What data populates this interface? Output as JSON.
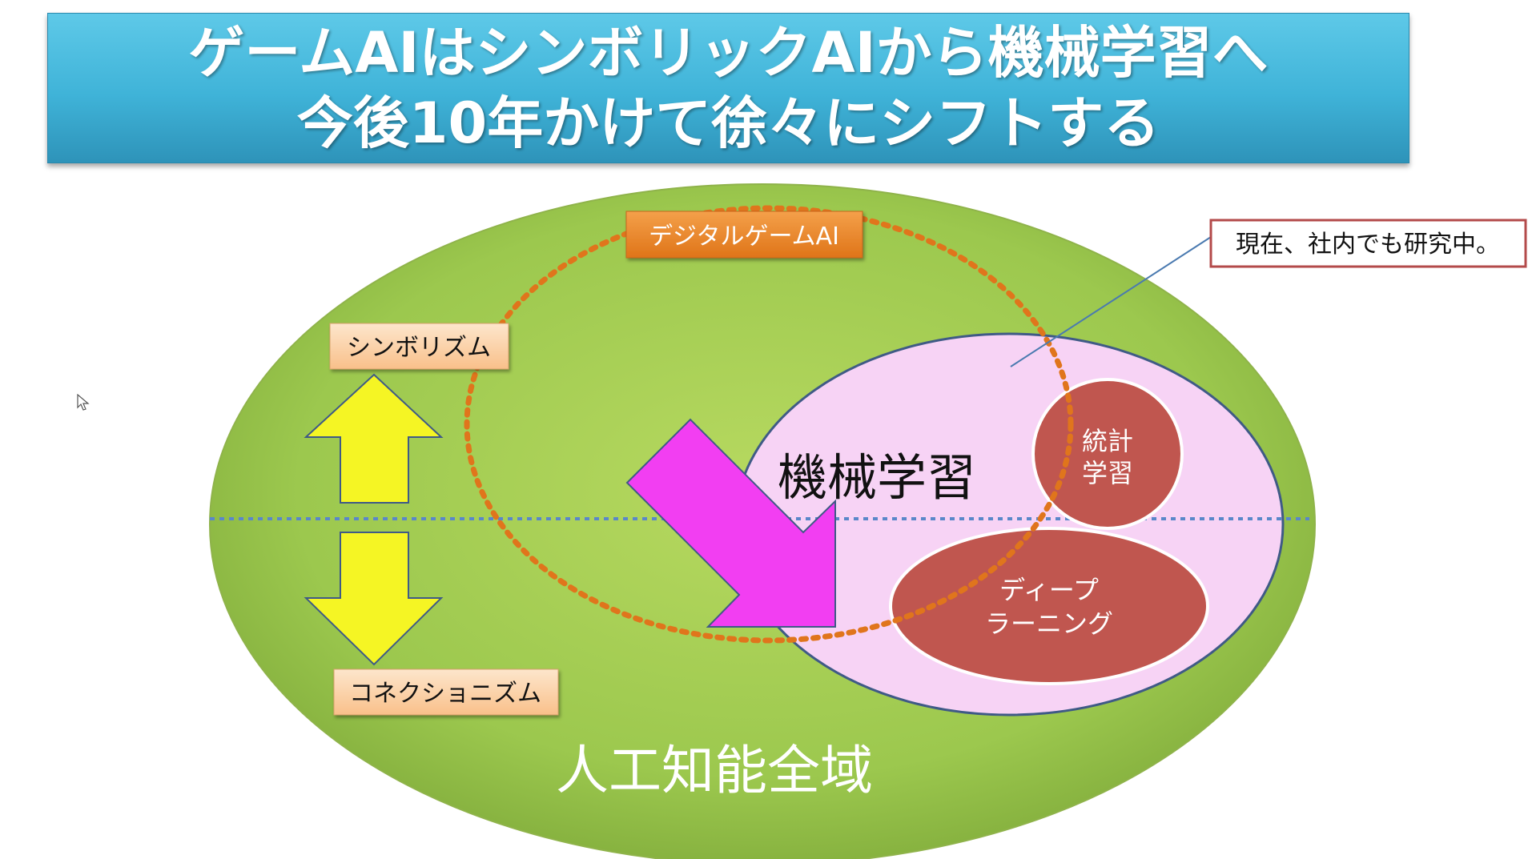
{
  "slide": {
    "title_line1": "ゲームAIはシンボリックAIから機械学習へ",
    "title_line2": "今後10年かけて徐々にシフトする"
  },
  "diagram": {
    "outer_region_label": "人工知能全域",
    "digital_game_ai_label": "デジタルゲームAI",
    "symbolism_label": "シンボリズム",
    "connectionism_label": "コネクショニズム",
    "machine_learning_label": "機械学習",
    "statistical_learning_label": [
      "統計",
      "学習"
    ],
    "deep_learning_label": [
      "ディープ",
      "ラーニング"
    ],
    "callout_text": "現在、社内でも研究中。"
  },
  "colors": {
    "banner": "#3fb3d8",
    "outer_ellipse": "#9cc84e",
    "dotted_orange": "#e0751c",
    "orange_label": "#e8862a",
    "peach_label": "#fbd3a8",
    "ml_region": "#f7d3f5",
    "ml_border": "#3f5a86",
    "red_ellipse": "#c0564f",
    "magenta_arrow": "#f23ef2",
    "yellow_arrow": "#f5f524",
    "callout_border": "#b34a4a",
    "axis_line": "#5a87c9"
  },
  "icons": {
    "cursor": "mouse-pointer-icon"
  }
}
